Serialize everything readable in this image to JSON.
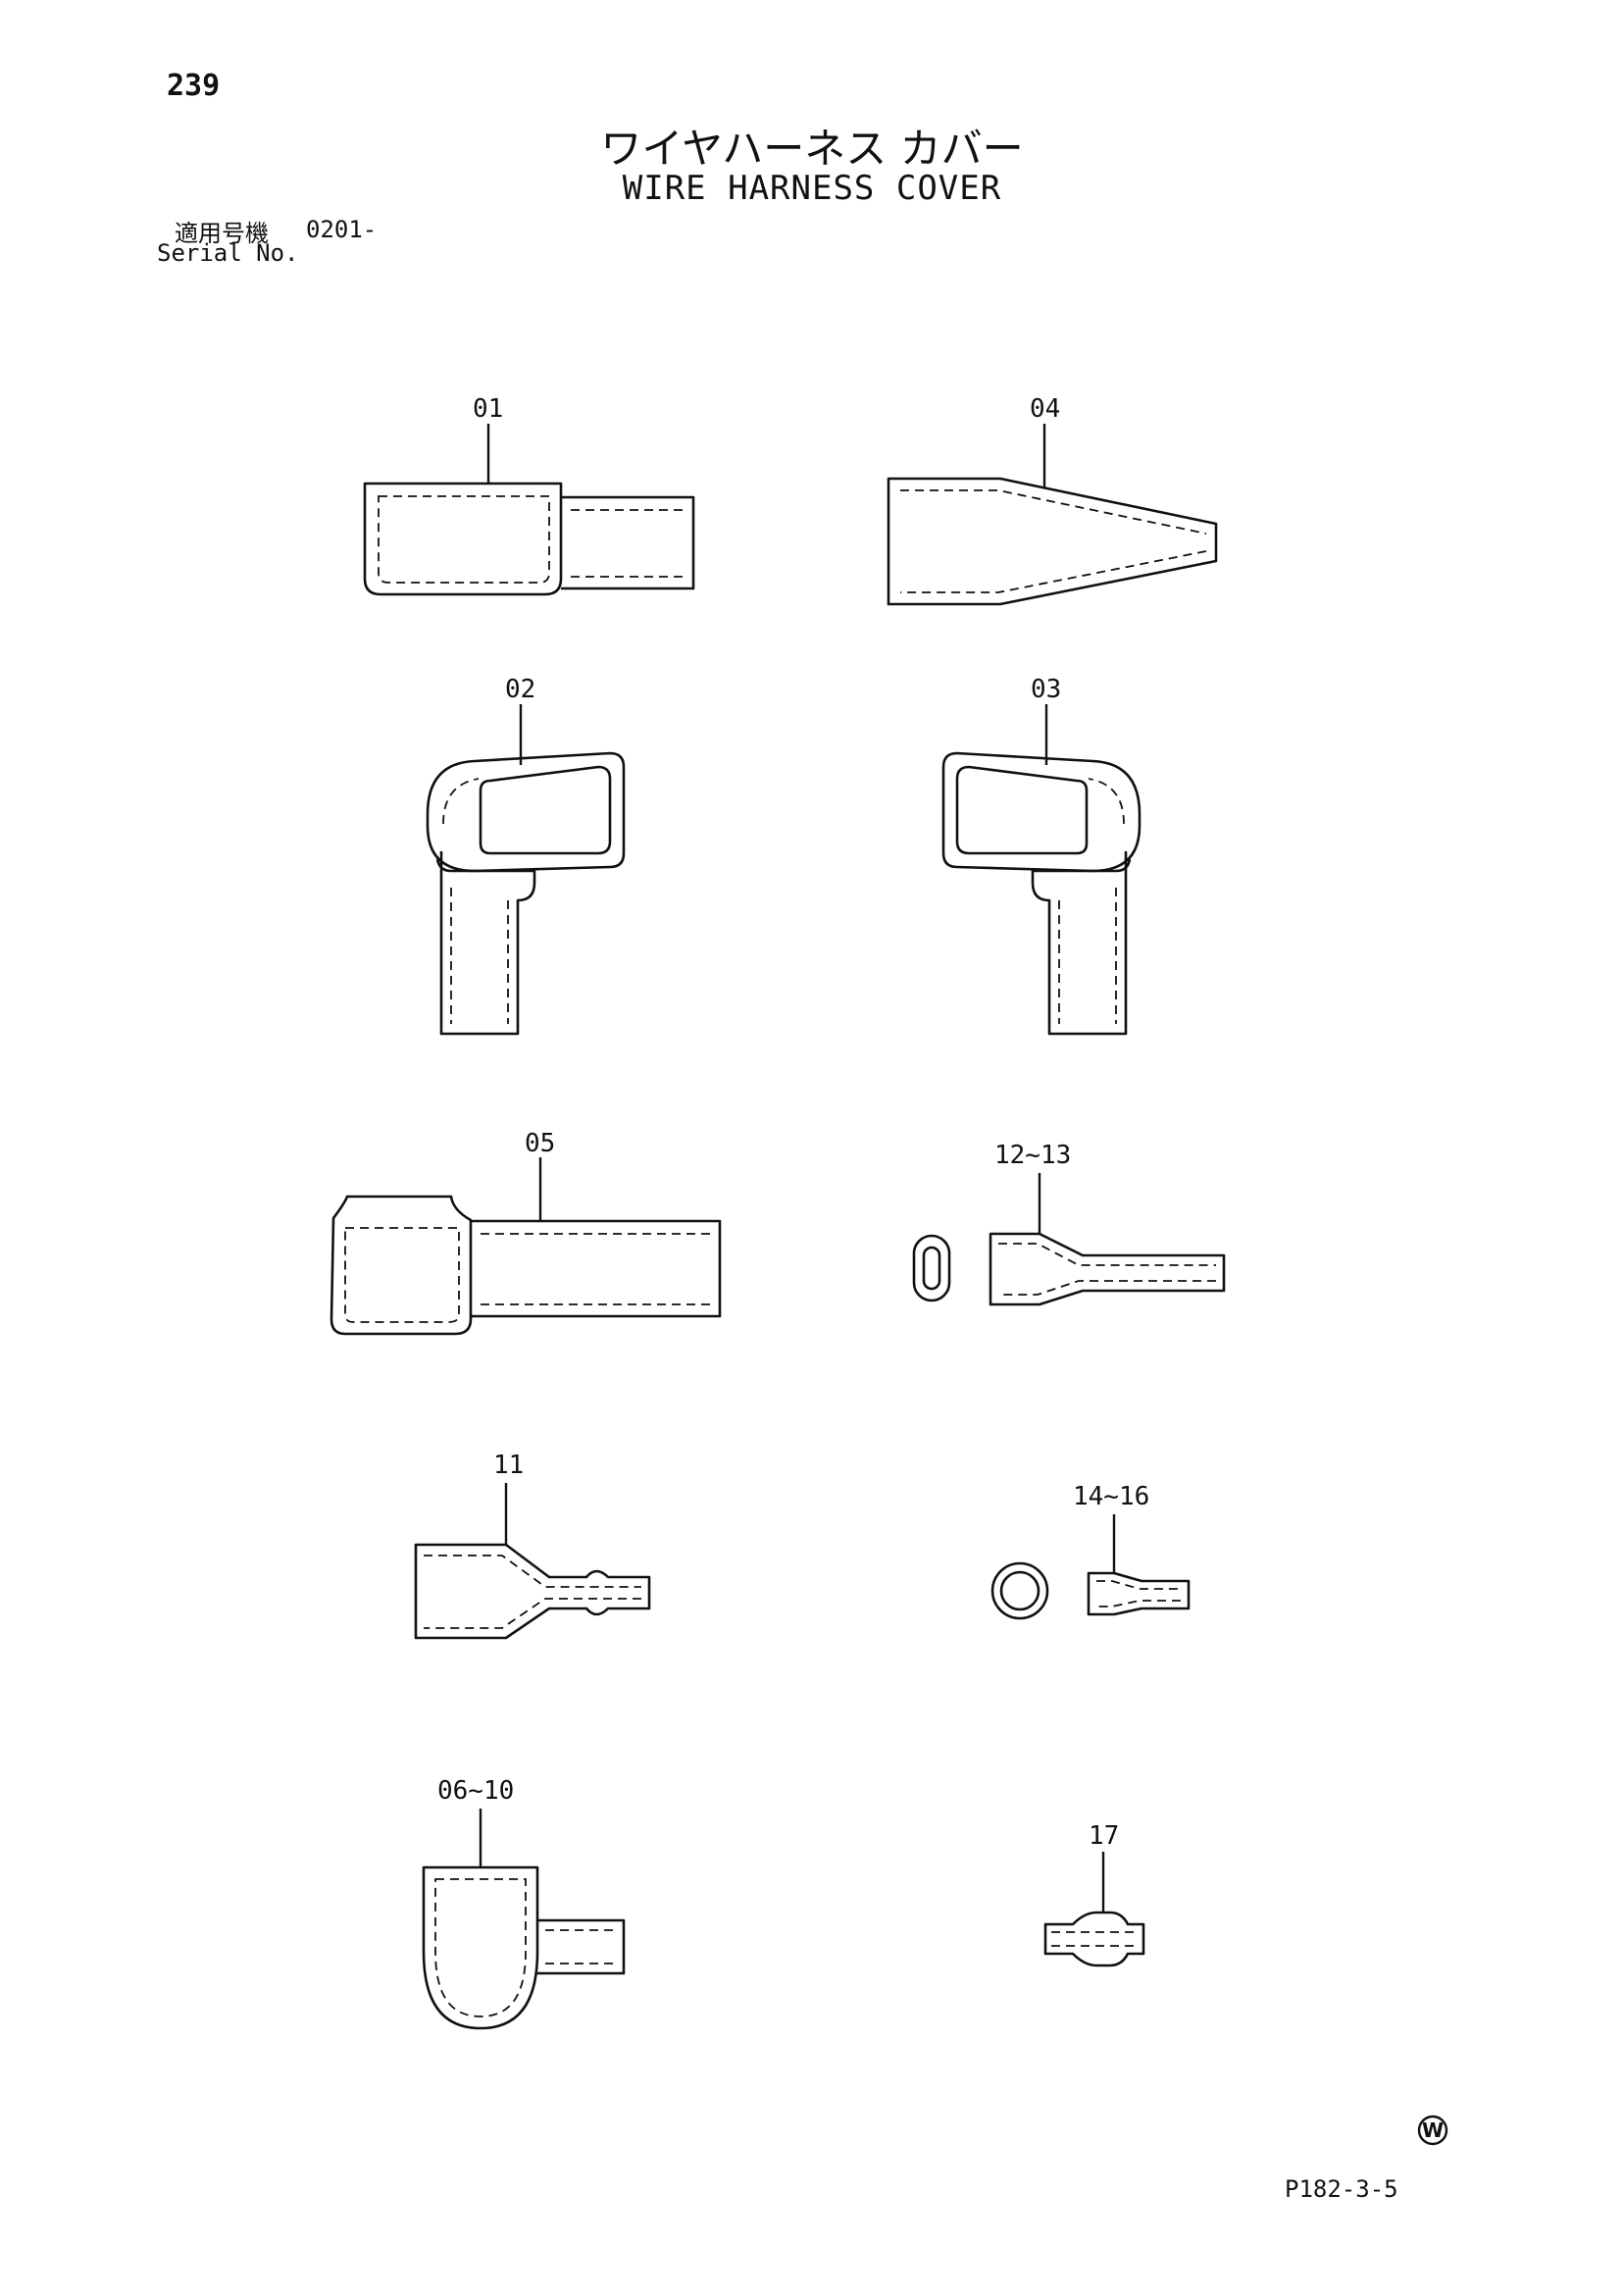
{
  "header": {
    "page_number": "239",
    "title_jp": "ワイヤハーネス カバー",
    "title_en": "WIRE HARNESS COVER",
    "serial_label_jp": "適用号機",
    "serial_value": "0201-",
    "serial_label_en": "Serial No."
  },
  "callouts": {
    "p01": "01",
    "p02": "02",
    "p03": "03",
    "p04": "04",
    "p05": "05",
    "p06_10": "06~10",
    "p11": "11",
    "p12_13": "12~13",
    "p14_16": "14~16",
    "p17": "17"
  },
  "footer": {
    "watermark": "W",
    "doc_code": "P182-3-5"
  }
}
